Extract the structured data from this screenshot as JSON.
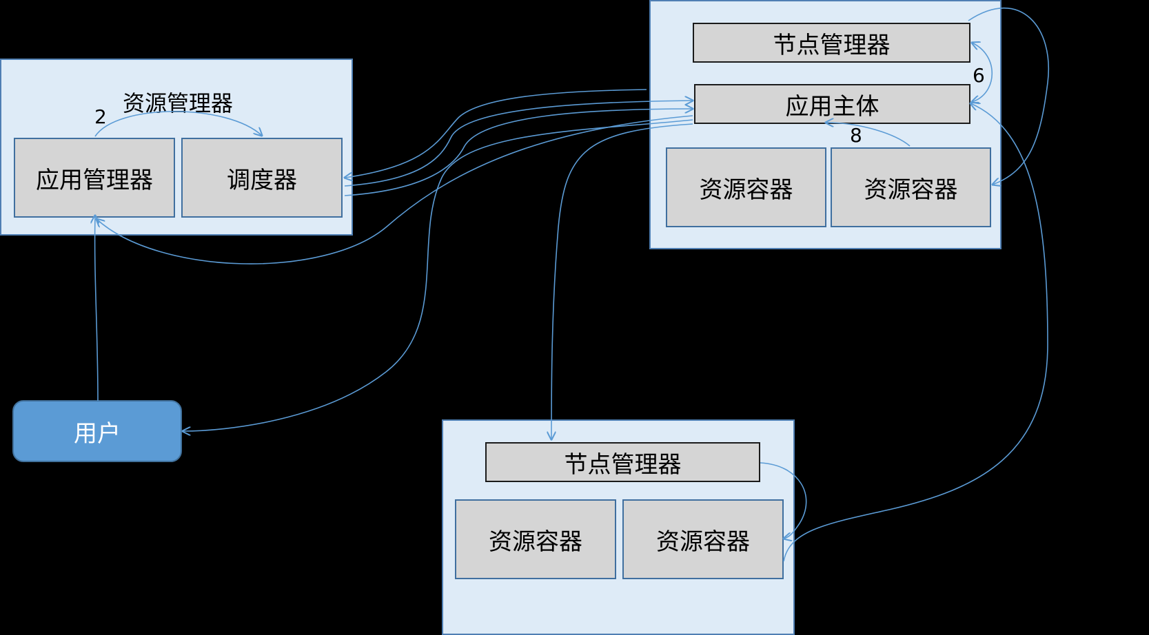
{
  "resource_manager": {
    "title": "资源管理器",
    "app_manager": "应用管理器",
    "scheduler": "调度器",
    "step_label": "2"
  },
  "user": {
    "label": "用户"
  },
  "node_top": {
    "node_manager": "节点管理器",
    "app_master": "应用主体",
    "container_1": "资源容器",
    "container_2": "资源容器",
    "step_6": "6",
    "step_8": "8"
  },
  "node_bottom": {
    "node_manager": "节点管理器",
    "container_1": "资源容器",
    "container_2": "资源容器"
  },
  "colors": {
    "background": "#000000",
    "group_fill": "#deebf7",
    "box_fill": "#d5d5d5",
    "user_fill": "#5b9bd5",
    "link": "#5b9bd5"
  }
}
